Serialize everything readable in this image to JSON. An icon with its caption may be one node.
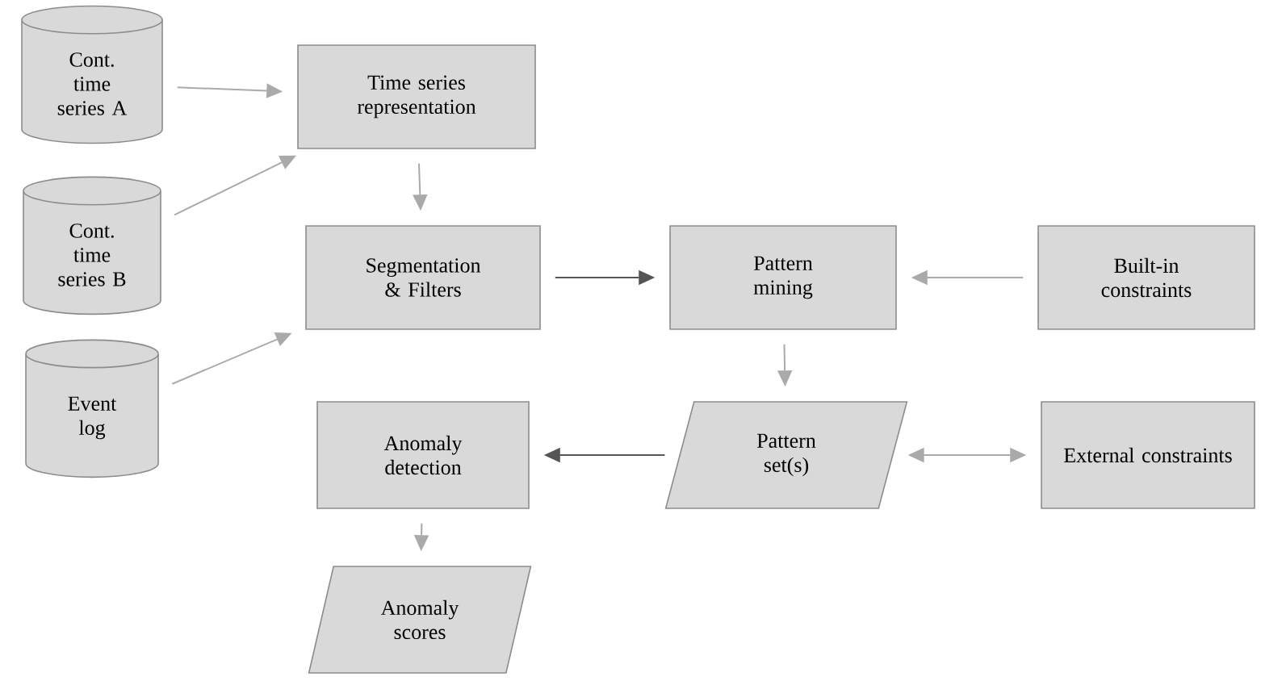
{
  "diagram": {
    "nodes": [
      {
        "text": [
          "Cont. time series A"
        ]
      },
      {
        "text": [
          "Cont. time series B"
        ]
      },
      {
        "text": [
          "Event log"
        ]
      },
      {
        "text": [
          "Time series representation"
        ]
      },
      {
        "text": [
          "Segmentation & Filters"
        ]
      },
      {
        "text": [
          "Pattern mining"
        ]
      },
      {
        "text": [
          "Built-in constraints"
        ]
      },
      {
        "text": [
          "Pattern set(s)"
        ]
      },
      {
        "text": [
          "External constraints"
        ]
      },
      {
        "text": [
          "Anomaly detection"
        ]
      },
      {
        "text": [
          "Anomaly scores"
        ]
      }
    ],
    "edges": [
      {
        "from": 0,
        "to": 3,
        "arrow": "to"
      },
      {
        "from": 1,
        "to": 3,
        "arrow": "to"
      },
      {
        "from": 2,
        "to": 4,
        "arrow": "to"
      },
      {
        "from": 3,
        "to": 4,
        "arrow": "to"
      },
      {
        "from": 4,
        "to": 5,
        "arrow": "to",
        "color": "#555555"
      },
      {
        "from": 6,
        "to": 5,
        "arrow": "to"
      },
      {
        "from": 5,
        "to": 7,
        "arrow": "to"
      },
      {
        "from": 7,
        "to": 8,
        "arrow": "both"
      },
      {
        "from": 7,
        "to": 9,
        "arrow": "to",
        "color": "#555555"
      },
      {
        "from": 9,
        "to": 10,
        "arrow": "to"
      }
    ]
  }
}
